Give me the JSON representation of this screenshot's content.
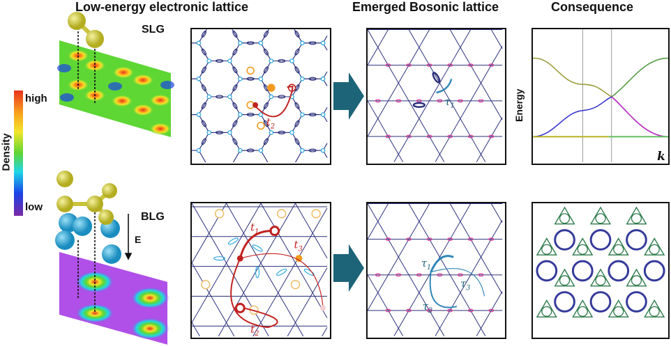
{
  "titles": {
    "electronic": "Low-energy electronic lattice",
    "bosonic": "Emerged Bosonic lattice",
    "consequence": "Consequence"
  },
  "labels": {
    "slg": "SLG",
    "blg": "BLG",
    "field": "E"
  },
  "colorbar": {
    "title": "Density",
    "high": "high",
    "low": "low"
  },
  "hoppings": {
    "slg": [
      "t",
      "2"
    ],
    "blg_t1": [
      "t",
      "1"
    ],
    "blg_t2": [
      "t",
      "2"
    ],
    "blg_t3": [
      "t",
      "3"
    ],
    "bos_slg": [
      "τ",
      "1"
    ],
    "bos_t1": [
      "τ",
      "1"
    ],
    "bos_t2": [
      "τ",
      "2"
    ],
    "bos_t3": [
      "τ",
      "3"
    ]
  },
  "band_plot": {
    "ylabel": "Energy",
    "xlabel": "k"
  },
  "colors": {
    "lattice": "#2a2f7a",
    "site_cyan": "#2fa9e0",
    "site_orange": "#f39a1e",
    "hop_red": "#c0211f",
    "boson_pink": "#e0409a",
    "arrow": "#1d6478",
    "ring_green": "#2d7a4a",
    "ring_blue": "#343a9a"
  }
}
